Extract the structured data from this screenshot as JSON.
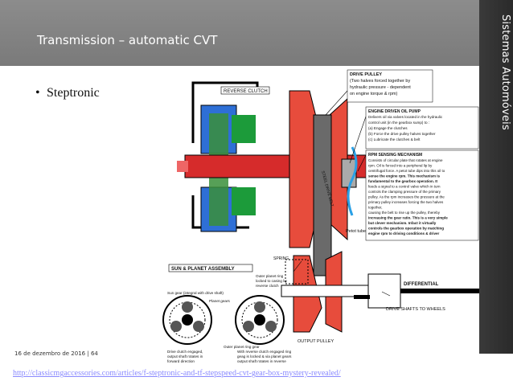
{
  "header": {
    "title": "Transmission – automatic CVT"
  },
  "sidebar": {
    "label": "Sistemas Automóveis"
  },
  "content": {
    "bullet": "Steptronic"
  },
  "footer": {
    "date": "16 de dezembro de 2016",
    "page": "64",
    "source_url": "http://classicmgaccessories.com/articles/f-steptronic-and-tf-stepspeed-cvt-gear-box-mystery-revealed/"
  },
  "diagram": {
    "reverse_clutch": "REVERSE CLUTCH",
    "drive_pulley": [
      "DRIVE PULLEY",
      "(Two halves forced together by",
      "hydraulic pressure - dependent",
      "on engine torque & rpm)"
    ],
    "engine_driven_oil_pump": [
      "ENGINE DRIVEN OIL PUMP",
      "Delivers oil via valves located in the hydraulic",
      "control unit (in the gearbox sump) to :",
      "(a) Engage the clutches",
      "(b) Force the drive pulley halves together",
      "(c) Lubricate the clutches & belt"
    ],
    "rpm_sensing_mechanism": [
      "RPM SENSING MECHANISM",
      "Consists of circular plate that rotates at engine",
      "rpm. Oil is forced into a peripheral lip by",
      "centrifugal force. A petot tube dips into this oil to",
      "sense the engine rpm. This mechanism is",
      "fundamental to the gearbox operation. It",
      "feeds a signal to a control valve which in turn",
      "controls the clamping pressure of the primary",
      "pulley. As the rpm increases the pressure at the",
      "primary pulley increases forcing the two halves",
      "together,",
      "causing the belt to rise up the pulley, thereby",
      "increasing the gear ratio. This is a very simple",
      "but clever mechanism. Infact it virtually",
      "controls the gearbox operation by matching",
      "engine rpm to driving conditions & driver"
    ],
    "petot_tube": "Petot tube",
    "steel_drive_belt": "STEEL DRIVE BELT",
    "sun_planet_assembly": "SUN & PLANET ASSEMBLY",
    "spring": "SPRING",
    "outer_ring_reverse": [
      "Outer planet ring",
      "locked to casing by",
      "reverse clutch"
    ],
    "sun_gear": "Sun gear (integral with drive shaft)",
    "planet_gears": "Planet gears",
    "outer_planet_ring_gear": "Outer planet ring gear",
    "differential": "DIFFERENTIAL",
    "drive_shafts": "DRIVE SHAFTS TO WHEELS",
    "output_pulley": "OUTPUT PULLEY",
    "forward_caption": [
      "Drive clutch engaged,",
      "output shaft rotates in",
      "forward direction"
    ],
    "reverse_caption": [
      "With reverse clutch engaged ring",
      "geag is locked & via planet gears",
      "output shaft rotates in reverse"
    ]
  }
}
